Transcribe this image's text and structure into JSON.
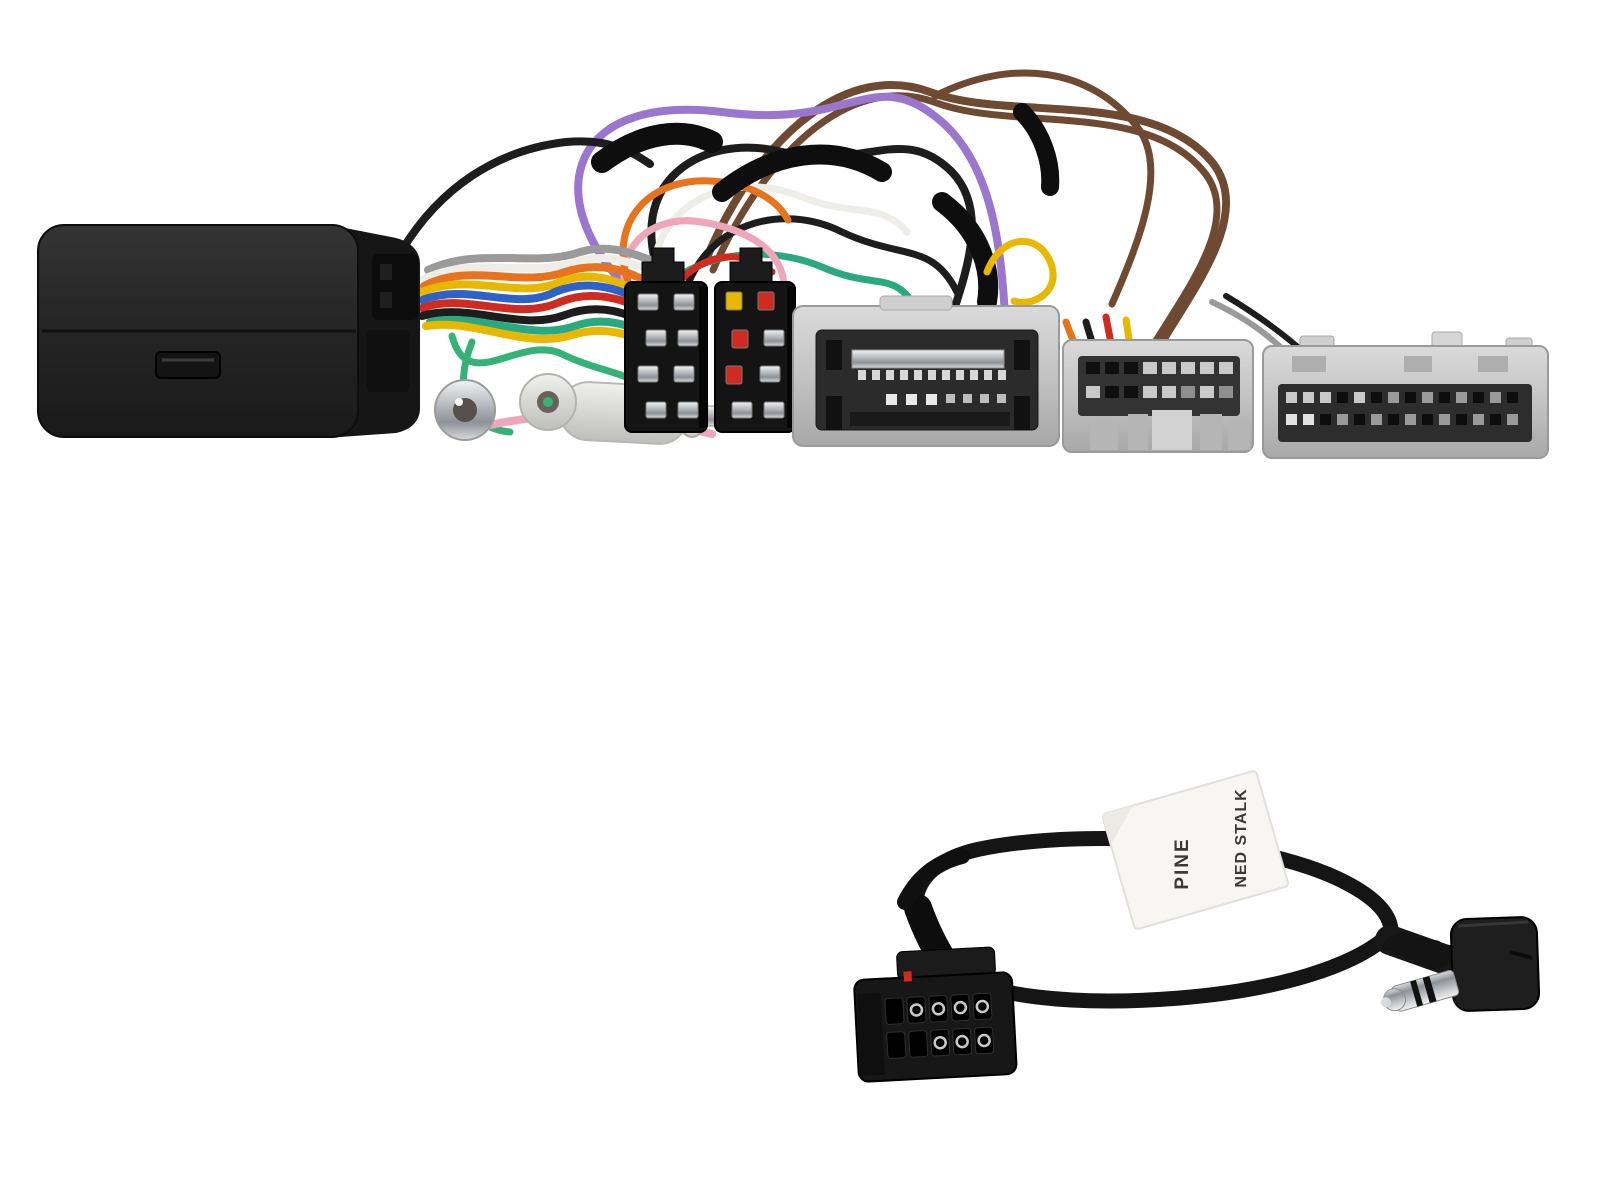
{
  "meta": {
    "alt": "Product photo: steering wheel control interface harness with black module, multicolour wiring loom, two black ISO connectors, three grey vehicle connectors, bullet terminals, and a separate black patch lead with 12-pin plug and right-angle 3.5mm jack",
    "background": "#ffffff"
  },
  "label": {
    "line1": "PINE",
    "line2": "NED STALK"
  },
  "colors": {
    "box_body": "#262626",
    "box_edge": "#161616",
    "iso_body": "#141414",
    "connector_gray": "#c7c7c7",
    "cavity_dark": "#2b2b2b",
    "cable_black": "#151515",
    "metal_silver": "#c9ccd0",
    "label_bg": "#f7f6f3",
    "label_text": "#3a3a38"
  },
  "wire_colors": {
    "yellow": "#e8b800",
    "blue": "#2e62c9",
    "red": "#cf2b20",
    "orange": "#e8731d",
    "black": "#1d1d1d",
    "white": "#efede8",
    "purple": "#9a76cf",
    "brown": "#6e4a33",
    "teal": "#2aa981",
    "green": "#35b277",
    "pink": "#efa6ba",
    "grey": "#9a9a9a",
    "tape": "#0e0e0e"
  },
  "components": {
    "interface_box": "swc-interface-module",
    "iso_connector_left": "iso-male-connector",
    "iso_connector_right": "iso-male-connector",
    "vehicle_connector_a": "24-pin-vehicle-connector",
    "vehicle_connector_b": "20-pin-vehicle-connector",
    "vehicle_connector_c": "32-pin-vehicle-connector",
    "bullet_terminals": "bullet-crimp-terminals",
    "patch_lead": "patch-lead-cable",
    "molex_connector": "12-pin-plug",
    "jack": "right-angle-3.5mm-jack"
  }
}
